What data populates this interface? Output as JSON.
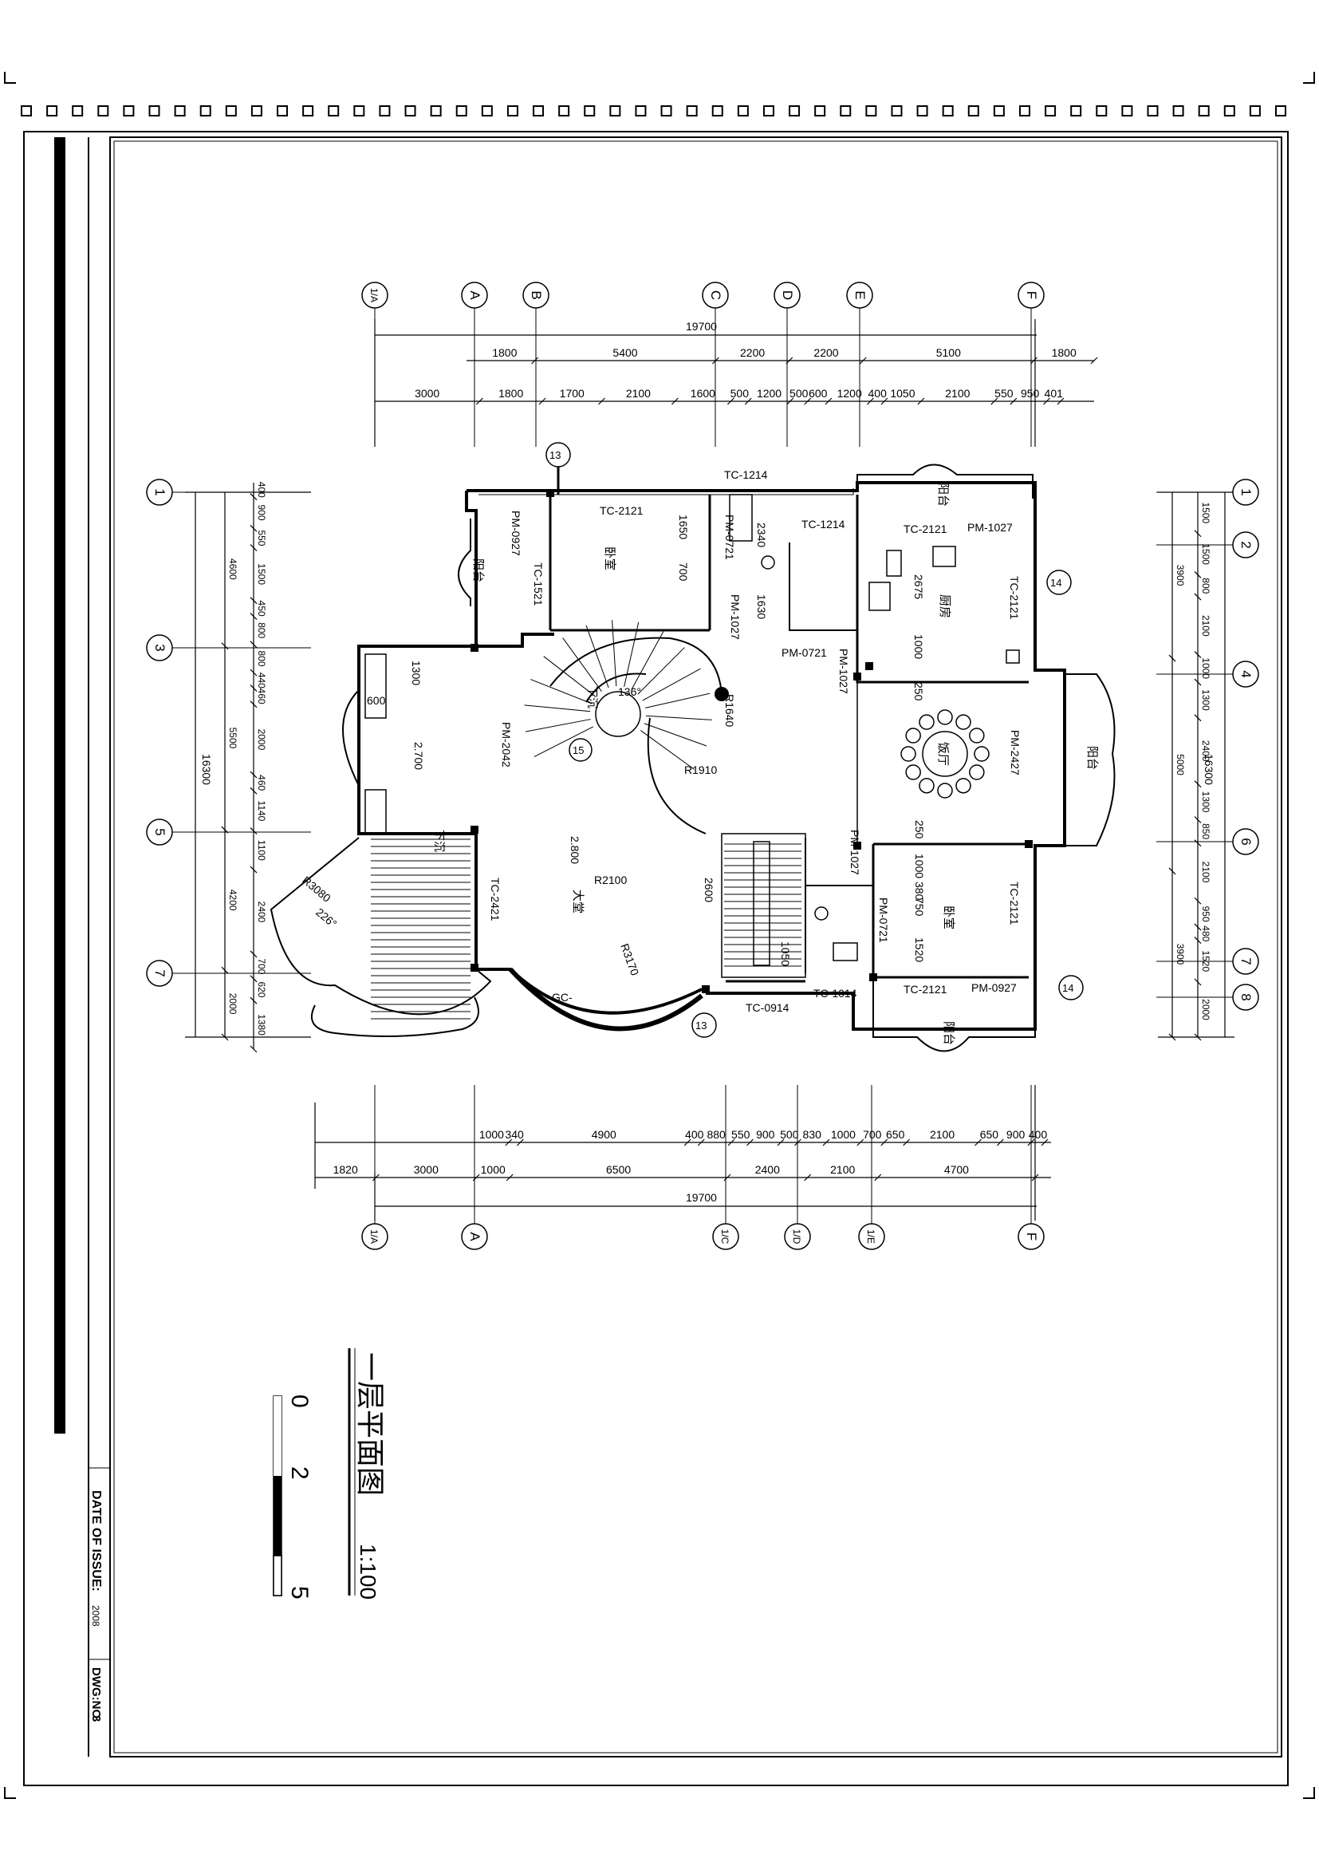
{
  "drawing": {
    "title": "一层平面图",
    "scale": "1:100",
    "date_of_issue_label": "DATE OF ISSUE:",
    "date_of_issue_value": "2008",
    "dwg_no_label": "DWG:NO",
    "dwg_no_value": "3"
  },
  "scale_bar": {
    "labels": [
      "0",
      "2",
      "5"
    ]
  },
  "axes": {
    "top": [
      "1/A",
      "A",
      "B",
      "C",
      "D",
      "E",
      "F"
    ],
    "bottom": [
      "1/A",
      "A",
      "1/C",
      "1/D",
      "1/E",
      "F"
    ],
    "left": [
      "1",
      "3",
      "5",
      "7"
    ],
    "right": [
      "1",
      "2",
      "4",
      "6",
      "7",
      "8"
    ]
  },
  "dimensions": {
    "top_total": "19700",
    "top_row2": [
      "1800",
      "5400",
      "2200",
      "2200",
      "5100",
      "1800"
    ],
    "top_row3": [
      "3000",
      "1800",
      "1700",
      "2100",
      "1600",
      "500",
      "1200",
      "500",
      "600",
      "1200",
      "400",
      "1050",
      "2100",
      "550",
      "950",
      "401"
    ],
    "bottom_row1": [
      "1000",
      "340",
      "4900",
      "400",
      "880",
      "550",
      "900",
      "500",
      "830",
      "1000",
      "700",
      "650",
      "2100",
      "650",
      "900",
      "400"
    ],
    "bottom_row2": [
      "1820",
      "3000",
      "1000",
      "6500",
      "2400",
      "2100",
      "4700"
    ],
    "bottom_total": "19700",
    "left_total": "16300",
    "left_row2": [
      "4600",
      "5500",
      "4200",
      "2000"
    ],
    "left_row3": [
      "400",
      "900",
      "550",
      "1500",
      "450",
      "800",
      "800",
      "440",
      "460",
      "2000",
      "460",
      "1140",
      "1100",
      "2400",
      "700",
      "620",
      "1380"
    ],
    "right_total": "16300",
    "right_row2": [
      "3900",
      "5000",
      "3900"
    ],
    "right_row3": [
      "1500",
      "1500",
      "800",
      "2100",
      "1000",
      "1300",
      "2400",
      "1300",
      "850",
      "2100",
      "950",
      "480",
      "1520",
      "2000"
    ]
  },
  "rooms": {
    "bedroom_1": "卧室",
    "bedroom_2": "卧室",
    "kitchen": "厨房",
    "dining": "饭厅",
    "hall": "大堂",
    "balcony_top_left": "阳台",
    "balcony_top_right": "阳台",
    "balcony_right": "阳台",
    "balcony_bottom": "阳台"
  },
  "labels": {
    "tc_1214_a": "TC-1214",
    "tc_1214_b": "TC-1214",
    "tc_2121_a": "TC-2121",
    "tc_2121_b": "TC-2121",
    "tc_2121_c": "TC-2121",
    "tc_2121_d": "TC-2121",
    "tc_2121_e": "TC-2121",
    "tc_1521": "TC-1521",
    "tc_2421": "TC-2421",
    "tc_0914": "TC-0914",
    "tc_1014": "TC-1014",
    "pm_0927_a": "PM-0927",
    "pm_0927_b": "PM-0927",
    "pm_1027_a": "PM-1027",
    "pm_1027_b": "PM-1027",
    "pm_1027_c": "PM-1027",
    "pm_1027_d": "PM-1027",
    "pm_0721_a": "PM-0721",
    "pm_0721_b": "PM-0721",
    "pm_0721_c": "PM-0721",
    "pm_2042": "PM-2042",
    "pm_2427": "PM-2427",
    "gc": "GC-",
    "elev_2700": "2.700",
    "elev_2800": "2.800",
    "r1910": "R1910",
    "r2100": "R2100",
    "r3170": "R3170",
    "r1640": "R1640",
    "r3080": "R3080",
    "angle_136": "136°",
    "angle_226": "226°",
    "d_1300": "1300",
    "d_600": "600",
    "d_1650": "1650",
    "d_700": "700",
    "d_2340": "2340",
    "d_1630": "1630",
    "d_2675": "2675",
    "d_1000": "1000",
    "d_250a": "250",
    "d_250b": "250",
    "d_1000b": "1000",
    "d_380": "380",
    "d_750": "750",
    "d_1520": "1520",
    "d_2600": "2600",
    "d_1050": "1050",
    "section_13": "13",
    "section_14": "14",
    "section_15": "15",
    "stair_note": "下沉",
    "stair_note2": "下沉"
  }
}
